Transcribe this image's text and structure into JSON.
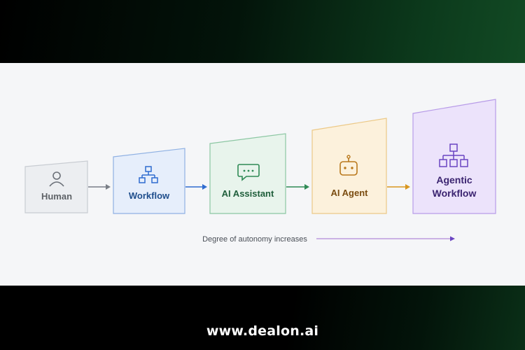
{
  "stages": [
    {
      "label": "Human",
      "icon": "user-icon",
      "color": "#5f6368"
    },
    {
      "label": "Workflow",
      "icon": "flowchart-icon",
      "color": "#1f4e8c"
    },
    {
      "label": "AI Assistant",
      "icon": "chat-bubble-icon",
      "color": "#1f5e3b"
    },
    {
      "label": "AI Agent",
      "icon": "robot-icon",
      "color": "#7a4c10"
    },
    {
      "label_line1": "Agentic",
      "label_line2": "Workflow",
      "icon": "hierarchy-icon",
      "color": "#3b2470"
    }
  ],
  "axis_caption": "Degree of autonomy increases",
  "footer": {
    "url": "www.dealon.ai"
  }
}
